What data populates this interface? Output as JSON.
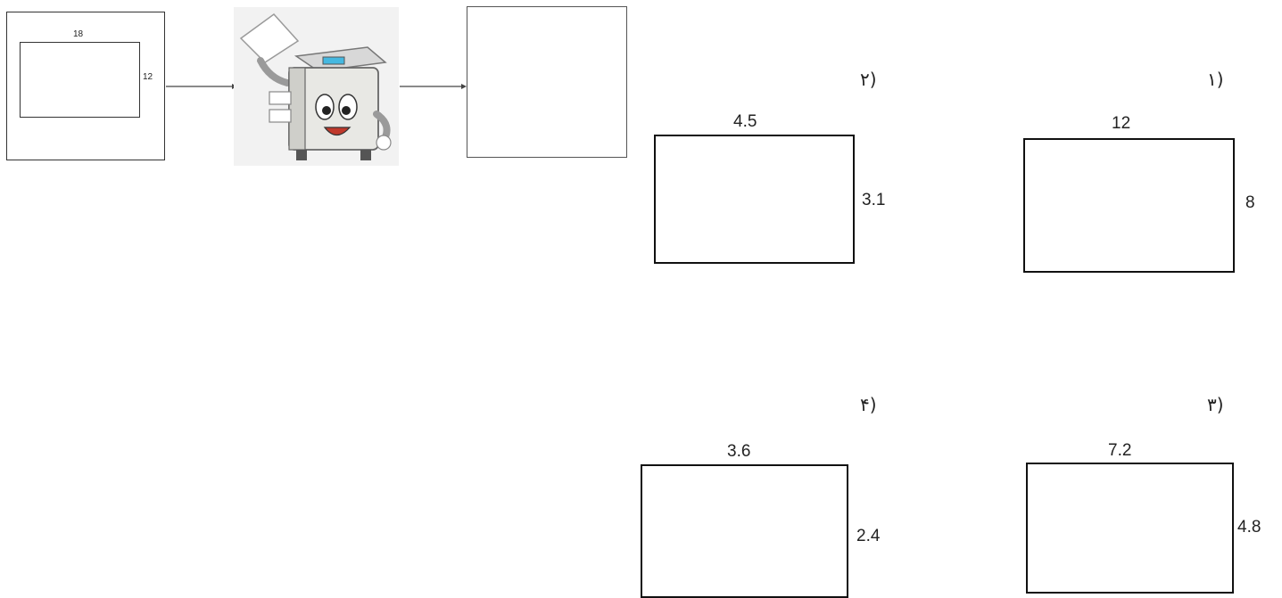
{
  "source": {
    "top_label": "18",
    "side_label": "12"
  },
  "options": [
    {
      "number": "۱)",
      "top_label": "12",
      "side_label": "8"
    },
    {
      "number": "۲)",
      "top_label": "4.5",
      "side_label": "3.1"
    },
    {
      "number": "۳)",
      "top_label": "7.2",
      "side_label": "4.8"
    },
    {
      "number": "۴)",
      "top_label": "3.6",
      "side_label": "2.4"
    }
  ],
  "icons": {
    "copier": "photocopier-mascot-icon"
  }
}
